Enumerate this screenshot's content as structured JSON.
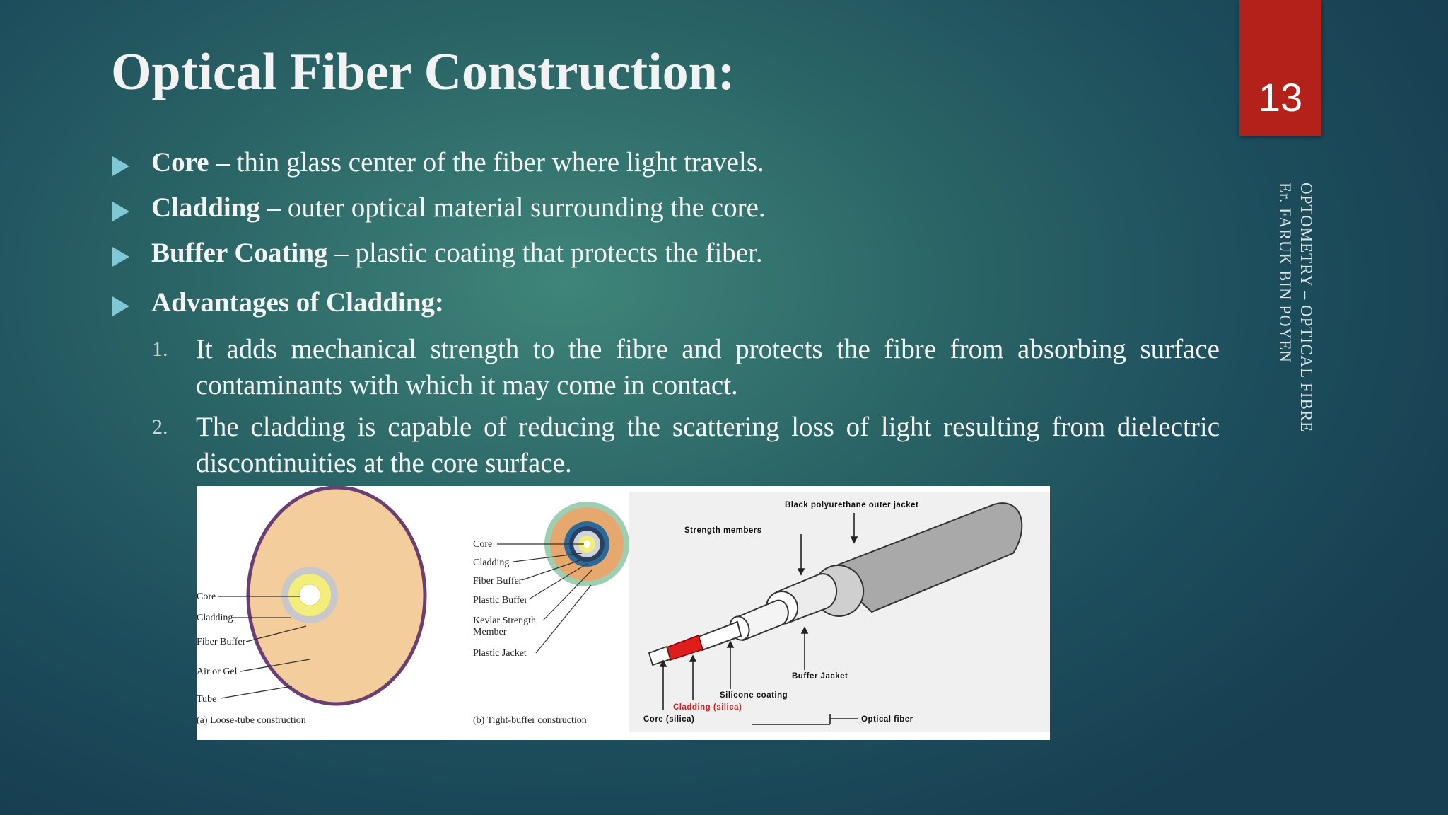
{
  "slide": {
    "title": "Optical Fiber Construction:",
    "page_number": "13",
    "side_caption": [
      "OPTOMETRY – OPTICAL FIBRE",
      "Er. FARUK BIN POYEN"
    ]
  },
  "bullets": [
    {
      "term": "Core",
      "text": " – thin glass center of the fiber where light travels."
    },
    {
      "term": "Cladding",
      "text": " – outer optical material surrounding the core."
    },
    {
      "term": "Buffer Coating",
      "text": " – plastic coating that protects the fiber."
    },
    {
      "term": "Advantages of Cladding:",
      "text": ""
    }
  ],
  "numbered": [
    {
      "num": "1.",
      "text": "It adds mechanical strength to the fibre and protects the fibre from absorbing surface contaminants with which it may come in contact."
    },
    {
      "num": "2.",
      "text": "The cladding is capable of reducing the scattering loss of light resulting from dielectric discontinuities at the core surface."
    }
  ],
  "figure": {
    "loose_tube_labels": [
      "Core",
      "Cladding",
      "Fiber Buffer",
      "Air or Gel",
      "Tube"
    ],
    "loose_tube_caption": "(a) Loose-tube construction",
    "tight_buffer_labels": [
      "Core",
      "Cladding",
      "Fiber Buffer",
      "Plastic Buffer",
      "Kevlar Strength",
      "Member",
      "Plastic Jacket"
    ],
    "tight_buffer_caption": "(b) Tight-buffer construction",
    "cable_labels": {
      "outer_jacket": "Black polyurethane outer jacket",
      "strength": "Strength members",
      "buffer_jacket": "Buffer Jacket",
      "silicone": "Silicone coating",
      "cladding": "Cladding (silica)",
      "core": "Core (silica)",
      "optical_fiber": "Optical fiber"
    }
  }
}
